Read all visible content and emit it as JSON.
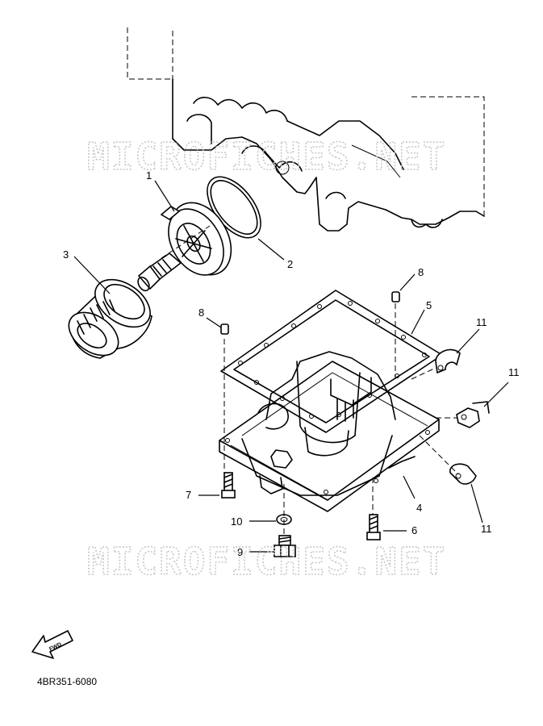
{
  "watermark": "MICROFICHES.NET",
  "diagram_code": "4BR351-6080",
  "fwd_arrow_label": "FWD",
  "callouts": [
    {
      "id": "1",
      "part": "oil-filter-adapter"
    },
    {
      "id": "2",
      "part": "o-ring"
    },
    {
      "id": "3",
      "part": "oil-filter-cartridge"
    },
    {
      "id": "4",
      "part": "oil-pan"
    },
    {
      "id": "5",
      "part": "oil-pan-gasket"
    },
    {
      "id": "6",
      "part": "bolt-right"
    },
    {
      "id": "7",
      "part": "bolt-left"
    },
    {
      "id": "8",
      "part": "dowel-pin"
    },
    {
      "id": "8",
      "part": "dowel-pin"
    },
    {
      "id": "9",
      "part": "drain-bolt"
    },
    {
      "id": "10",
      "part": "drain-gasket"
    },
    {
      "id": "11",
      "part": "hose-clamp"
    },
    {
      "id": "11",
      "part": "hose-clamp"
    },
    {
      "id": "11",
      "part": "hose-clamp"
    }
  ]
}
